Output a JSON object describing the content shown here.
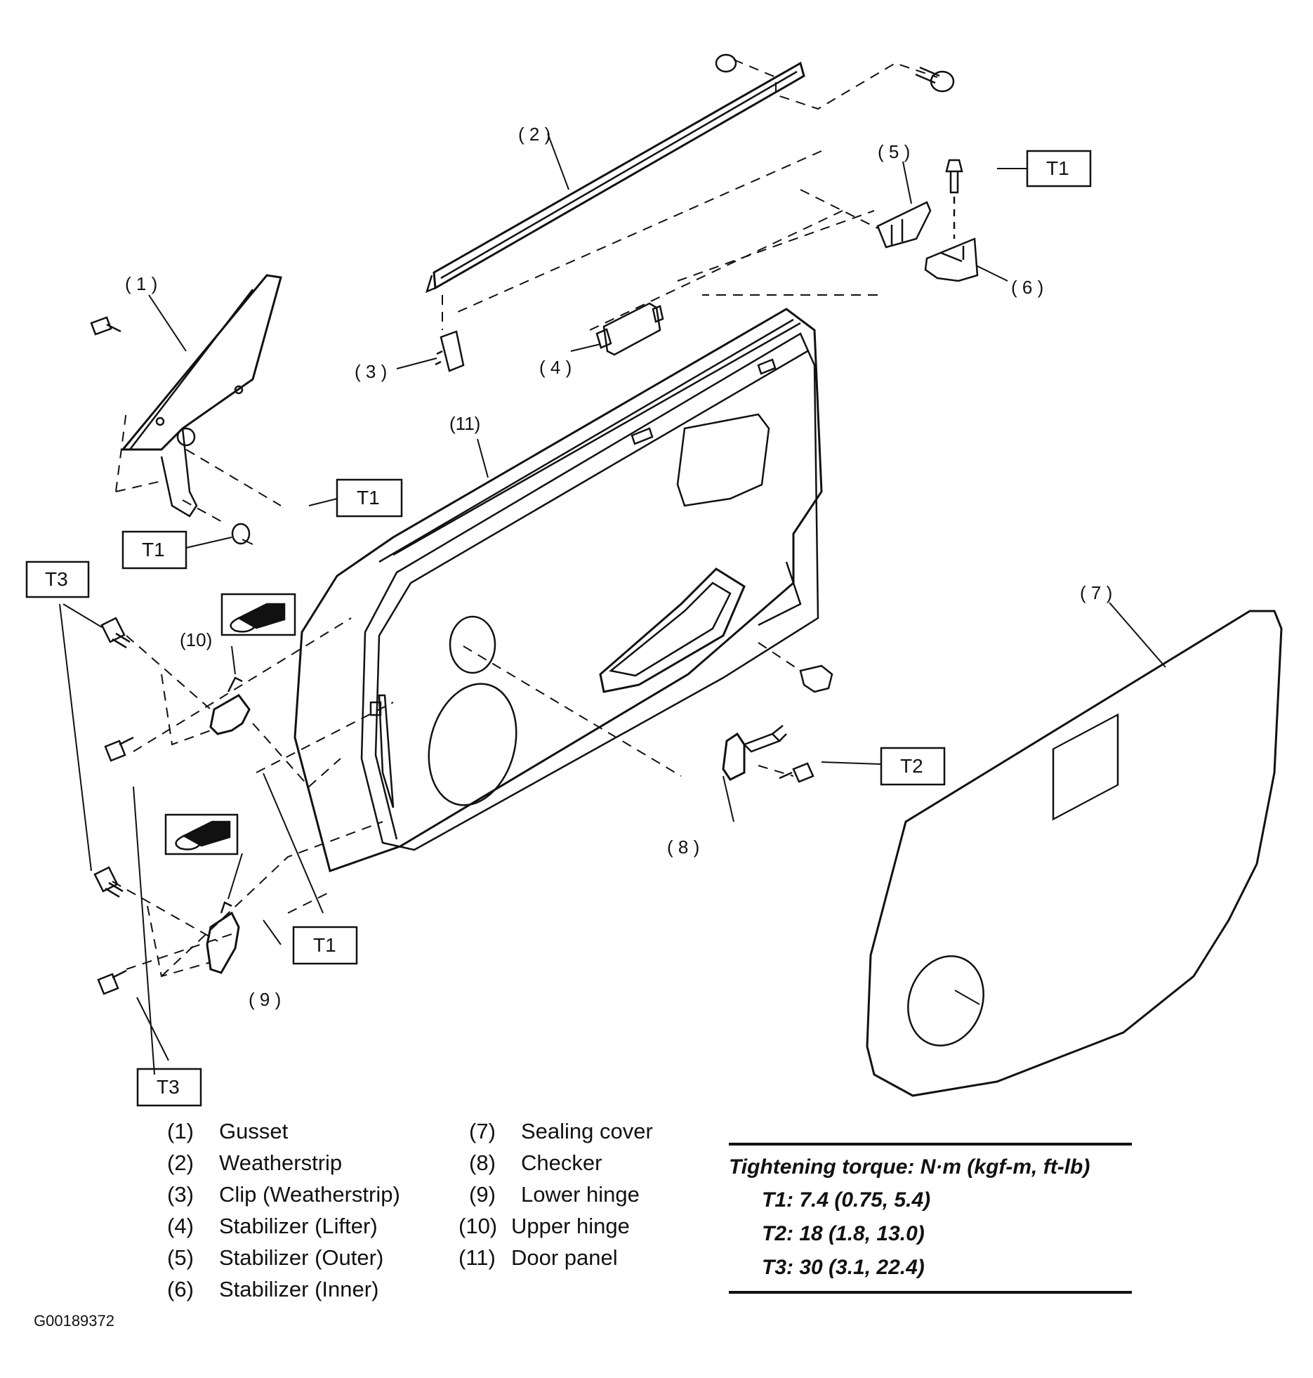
{
  "callouts": {
    "c1": "( 1 )",
    "c2": "( 2 )",
    "c3": "( 3 )",
    "c4": "( 4 )",
    "c5": "( 5 )",
    "c6": "( 6 )",
    "c7": "( 7 )",
    "c8": "( 8 )",
    "c9": "( 9 )",
    "c10": "(10)",
    "c11": "(11)"
  },
  "torque_tags": {
    "t1_a": "T1",
    "t1_b": "T1",
    "t1_c": "T1",
    "t1_d": "T1",
    "t2": "T2",
    "t3_a": "T3",
    "t3_b": "T3"
  },
  "legend": [
    {
      "num": "(1)",
      "label": "Gusset"
    },
    {
      "num": "(2)",
      "label": "Weatherstrip"
    },
    {
      "num": "(3)",
      "label": "Clip (Weatherstrip)"
    },
    {
      "num": "(4)",
      "label": "Stabilizer (Lifter)"
    },
    {
      "num": "(5)",
      "label": "Stabilizer (Outer)"
    },
    {
      "num": "(6)",
      "label": "Stabilizer (Inner)"
    },
    {
      "num": "(7)",
      "label": "Sealing cover"
    },
    {
      "num": "(8)",
      "label": "Checker"
    },
    {
      "num": "(9)",
      "label": "Lower hinge"
    },
    {
      "num": "(10)",
      "label": "Upper hinge"
    },
    {
      "num": "(11)",
      "label": "Door panel"
    }
  ],
  "torque_table": {
    "heading": "Tightening torque: N·m (kgf-m, ft-lb)",
    "rows": [
      "T1: 7.4 (0.75, 5.4)",
      "T2: 18 (1.8, 13.0)",
      "T3: 30 (3.1, 22.4)"
    ]
  },
  "figure_code": "G00189372"
}
